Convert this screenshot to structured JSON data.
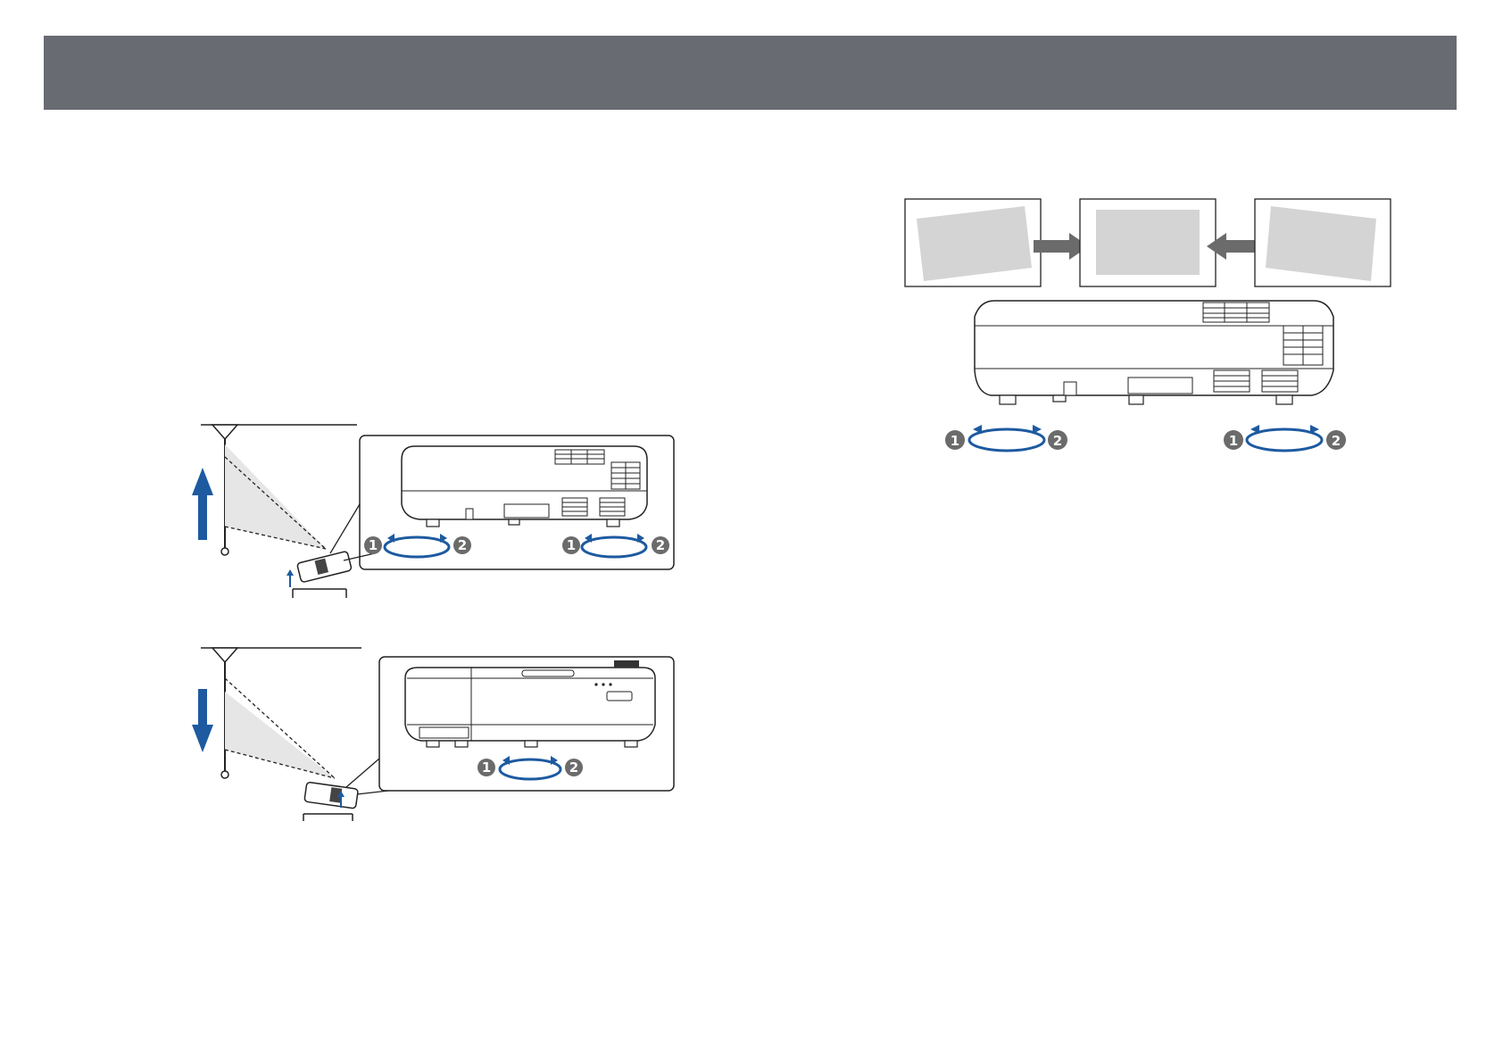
{
  "header": {
    "title": ""
  },
  "figures": {
    "raise_image": {
      "direction_icon": "arrow-up-icon",
      "step_markers": [
        "1",
        "2",
        "1",
        "2"
      ]
    },
    "lower_image": {
      "direction_icon": "arrow-down-icon",
      "step_markers": [
        "1",
        "2"
      ]
    },
    "horizontal_tilt": {
      "step_markers": [
        "1",
        "2",
        "1",
        "2"
      ]
    }
  },
  "colors": {
    "header_bar": "#686b72",
    "arrow_blue": "#1d5aa0",
    "screen_gray": "#d4d4d4",
    "arrow_gray": "#6b6b6b",
    "line": "#222222"
  }
}
